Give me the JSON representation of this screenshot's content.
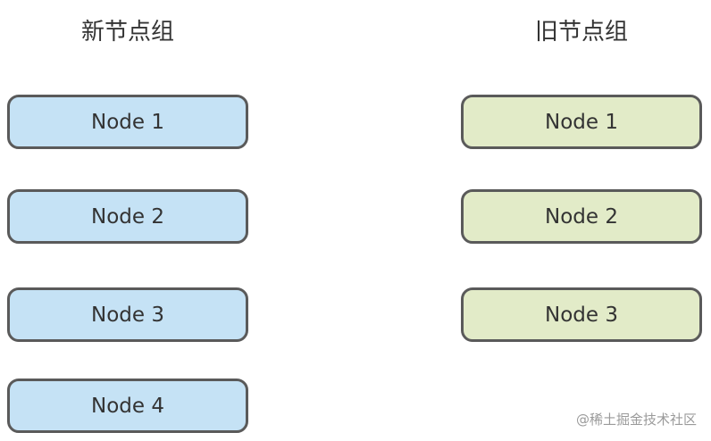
{
  "new_group": {
    "title": "新节点组",
    "nodes": [
      "Node 1",
      "Node 2",
      "Node 3",
      "Node 4"
    ]
  },
  "old_group": {
    "title": "旧节点组",
    "nodes": [
      "Node 1",
      "Node 2",
      "Node 3"
    ]
  },
  "colors": {
    "new_fill": "#c5e2f5",
    "old_fill": "#e2ebc8",
    "border": "#5a5a5a"
  },
  "watermark": "@稀土掘金技术社区"
}
